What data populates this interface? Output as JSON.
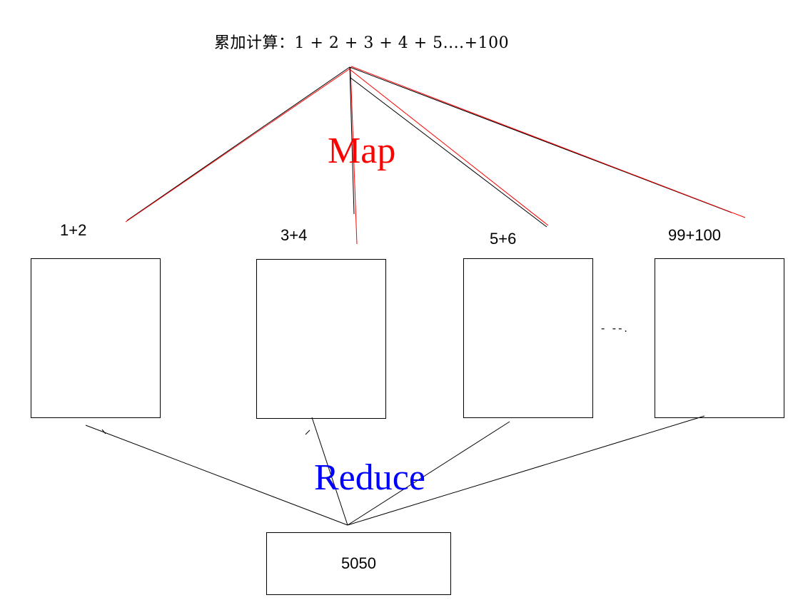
{
  "title": "累加计算：1 + 2 + 3 + 4 + 5....+100",
  "map_label": "Map",
  "reduce_label": "Reduce",
  "nodes": [
    {
      "label": "1+2"
    },
    {
      "label": "3+4"
    },
    {
      "label": "5+6"
    },
    {
      "label": "99+100"
    }
  ],
  "ellipsis": "- --.",
  "result": "5050",
  "colors": {
    "map": "#ff0000",
    "reduce": "#0000ff",
    "line": "#000000"
  }
}
